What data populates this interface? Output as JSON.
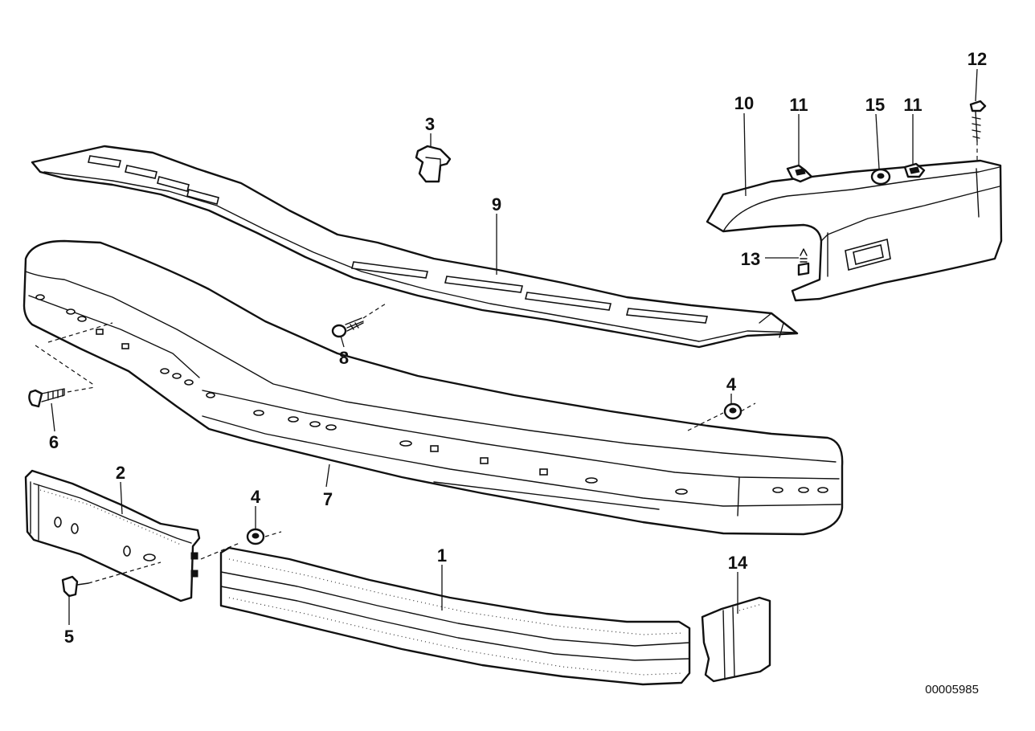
{
  "diagram": {
    "document_number": "00005985",
    "callouts": {
      "c1": "1",
      "c2": "2",
      "c3": "3",
      "c4a": "4",
      "c4b": "4",
      "c5": "5",
      "c6": "6",
      "c7": "7",
      "c8": "8",
      "c9": "9",
      "c10": "10",
      "c11a": "11",
      "c11b": "11",
      "c12": "12",
      "c13": "13",
      "c14": "14",
      "c15": "15"
    }
  }
}
